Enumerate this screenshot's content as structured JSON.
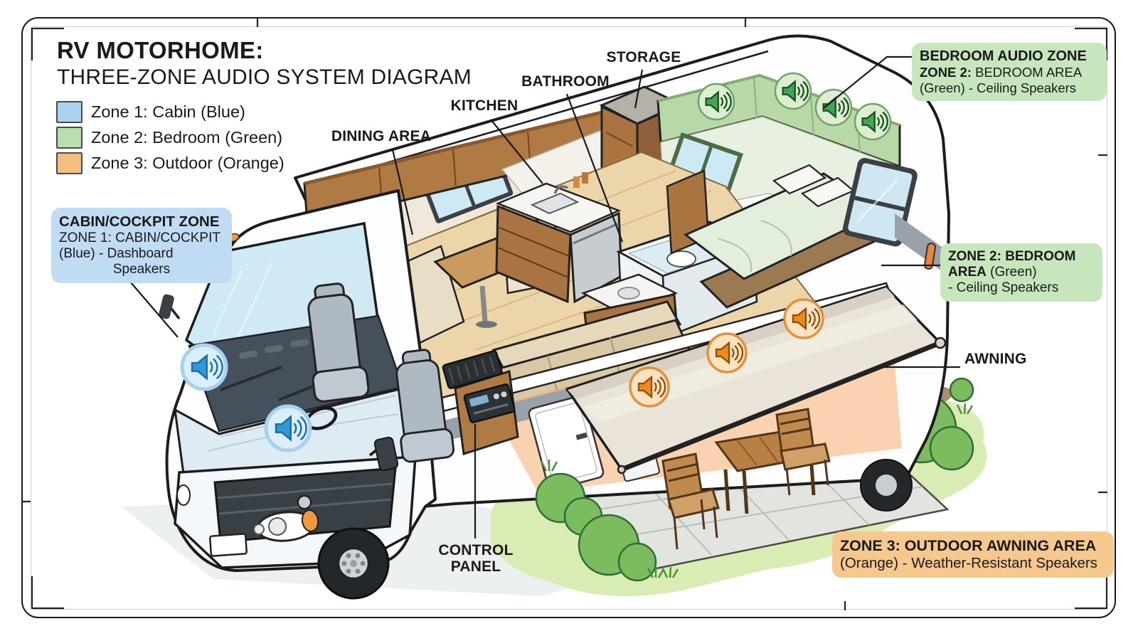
{
  "title": {
    "line1": "RV MOTORHOME:",
    "line2": "THREE-ZONE AUDIO SYSTEM DIAGRAM"
  },
  "legend": {
    "items": [
      {
        "label": "Zone 1: Cabin (Blue)",
        "color": "#a9d3f1"
      },
      {
        "label": "Zone 2: Bedroom (Green)",
        "color": "#b8dfae"
      },
      {
        "label": "Zone 3: Outdoor (Orange)",
        "color": "#f5bd80"
      }
    ]
  },
  "room_labels": {
    "storage": "STORAGE",
    "bathroom": "BATHROOM",
    "kitchen": "KITCHEN",
    "dining": "DINING AREA",
    "awning": "AWNING",
    "control_panel": "CONTROL PANEL"
  },
  "callouts": {
    "cabin": {
      "title": "CABIN/COCKPIT ZONE",
      "line1": "ZONE 1: CABIN/COCKPIT",
      "line2": "(Blue) - Dashboard",
      "line3": "Speakers"
    },
    "bedroom_top": {
      "title": "BEDROOM AUDIO ZONE",
      "line1_strong": "ZONE 2:",
      "line1_rest": "BEDROOM AREA",
      "line2": "(Green) - Ceiling Speakers"
    },
    "bedroom_side": {
      "line1_strong": "ZONE 2: BEDROOM",
      "line2_strong": "AREA",
      "line2_rest": "(Green)",
      "line3": "- Ceiling Speakers"
    },
    "outdoor": {
      "title": "ZONE 3: OUTDOOR AWNING AREA",
      "line1": "(Orange) - Weather-Resistant Speakers"
    }
  },
  "colors": {
    "zone1_blue": "#a9d3f1",
    "zone2_green": "#b8dfae",
    "zone3_orange": "#f5bd80",
    "callout_blue_bg": "#bfdcf2",
    "callout_green_bg": "#c7e6bd",
    "callout_orange_bg": "#f7c88d",
    "speaker_blue": "#2e9ad6",
    "speaker_green": "#45a352",
    "speaker_orange": "#ef8a1a"
  }
}
